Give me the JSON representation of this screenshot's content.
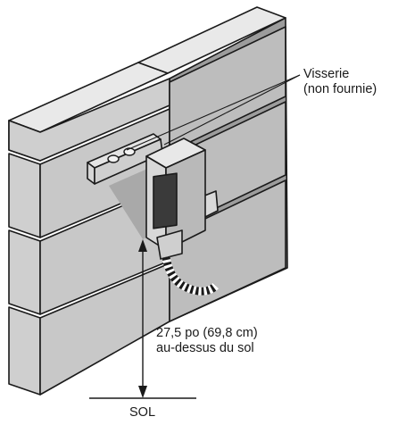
{
  "callout": {
    "line1": "Visserie",
    "line2": "(non fournie)"
  },
  "height_label": {
    "line1": "27,5 po (69,8 cm)",
    "line2": "au-dessus du sol"
  },
  "ground_label": "SOL",
  "colors": {
    "brick_front": "#cfcfcf",
    "brick_top": "#e9e9e9",
    "brick_side": "#9c9c9c",
    "outline": "#1a1a1a",
    "shadow": "#a9a9a9"
  }
}
